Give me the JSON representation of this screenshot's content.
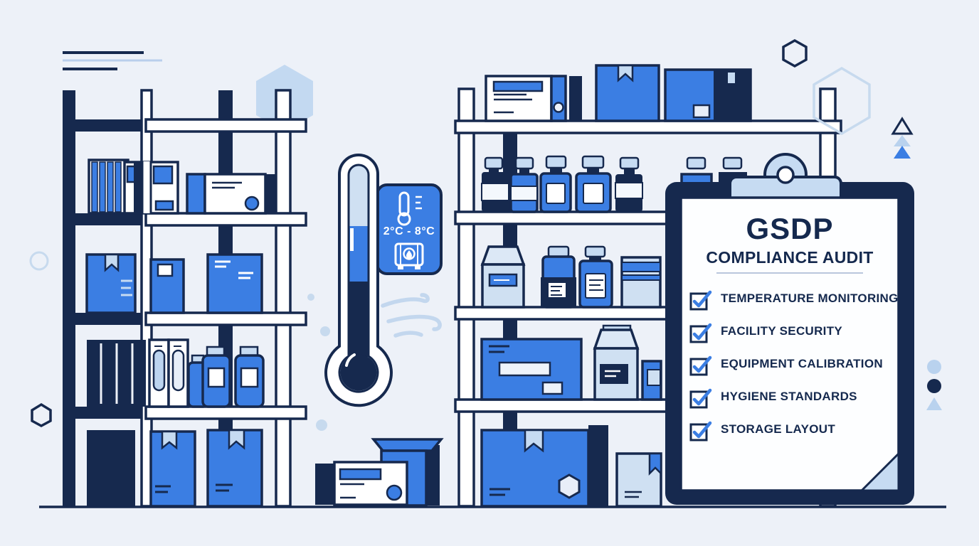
{
  "scene": {
    "description": "Pharmaceutical good storage and distribution practice illustration with shelving, cold-chain thermometer and audit clipboard"
  },
  "temperature_badge": {
    "range_label": "2°C - 8°C",
    "icons": {
      "top": "thermometer-icon",
      "bottom": "cold-storage-icon"
    }
  },
  "clipboard": {
    "title": "GSDP",
    "subtitle": "COMPLIANCE AUDIT",
    "checklist": [
      {
        "label": "TEMPERATURE MONITORING",
        "checked": true
      },
      {
        "label": "FACILITY SECURITY",
        "checked": true
      },
      {
        "label": "EQUIPMENT CALIBRATION",
        "checked": true
      },
      {
        "label": "HYGIENE STANDARDS",
        "checked": true
      },
      {
        "label": "STORAGE LAYOUT",
        "checked": true
      }
    ]
  },
  "icons": {
    "checklist_check": "checkmark-icon",
    "wind": "wind-swirl-icon",
    "decor": [
      "hexagon-icon",
      "triangle-icon",
      "dot-icon"
    ]
  },
  "palette": {
    "background": "#edf1f8",
    "navy": "#16294e",
    "blue": "#3b7ee3",
    "light_blue": "#c6dbf2",
    "pale_blue": "#dce8f6",
    "white": "#ffffff"
  }
}
